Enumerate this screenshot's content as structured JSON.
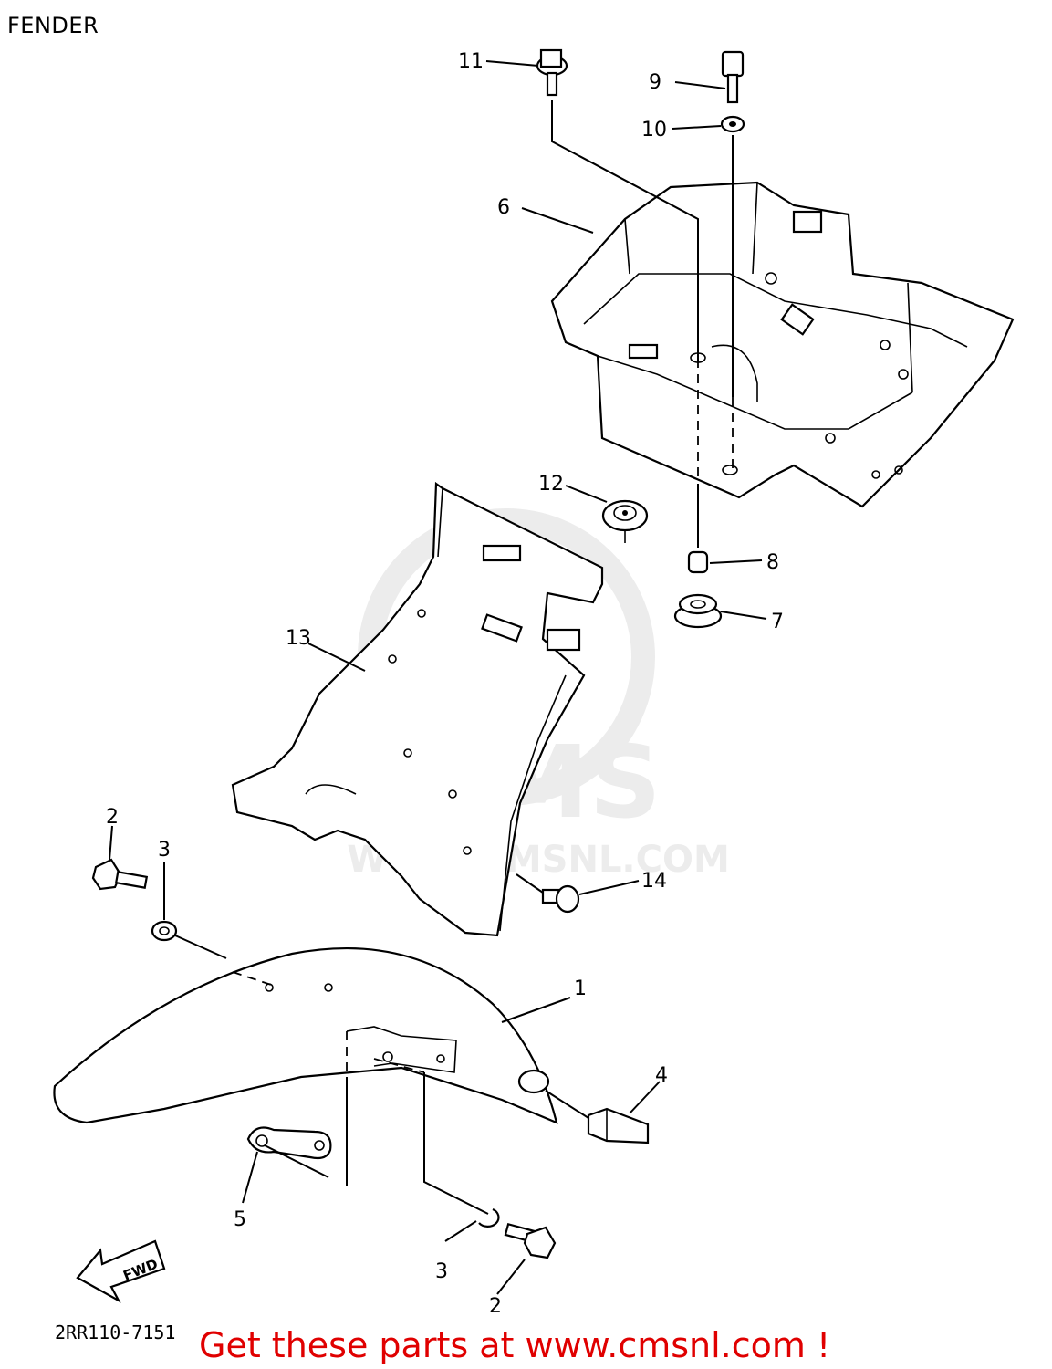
{
  "title": "FENDER",
  "diagram_code": "2RR110-7151",
  "fwd_label": "FWD",
  "watermark": {
    "logo": "CMS",
    "url": "WWW.CMSNL.COM"
  },
  "callouts": {
    "c1": "1",
    "c2a": "2",
    "c2b": "2",
    "c3a": "3",
    "c3b": "3",
    "c4": "4",
    "c5": "5",
    "c6": "6",
    "c7": "7",
    "c8": "8",
    "c9": "9",
    "c10": "10",
    "c11": "11",
    "c12": "12",
    "c13": "13",
    "c14": "14"
  },
  "footer": "Get these parts at www.cmsnl.com !"
}
